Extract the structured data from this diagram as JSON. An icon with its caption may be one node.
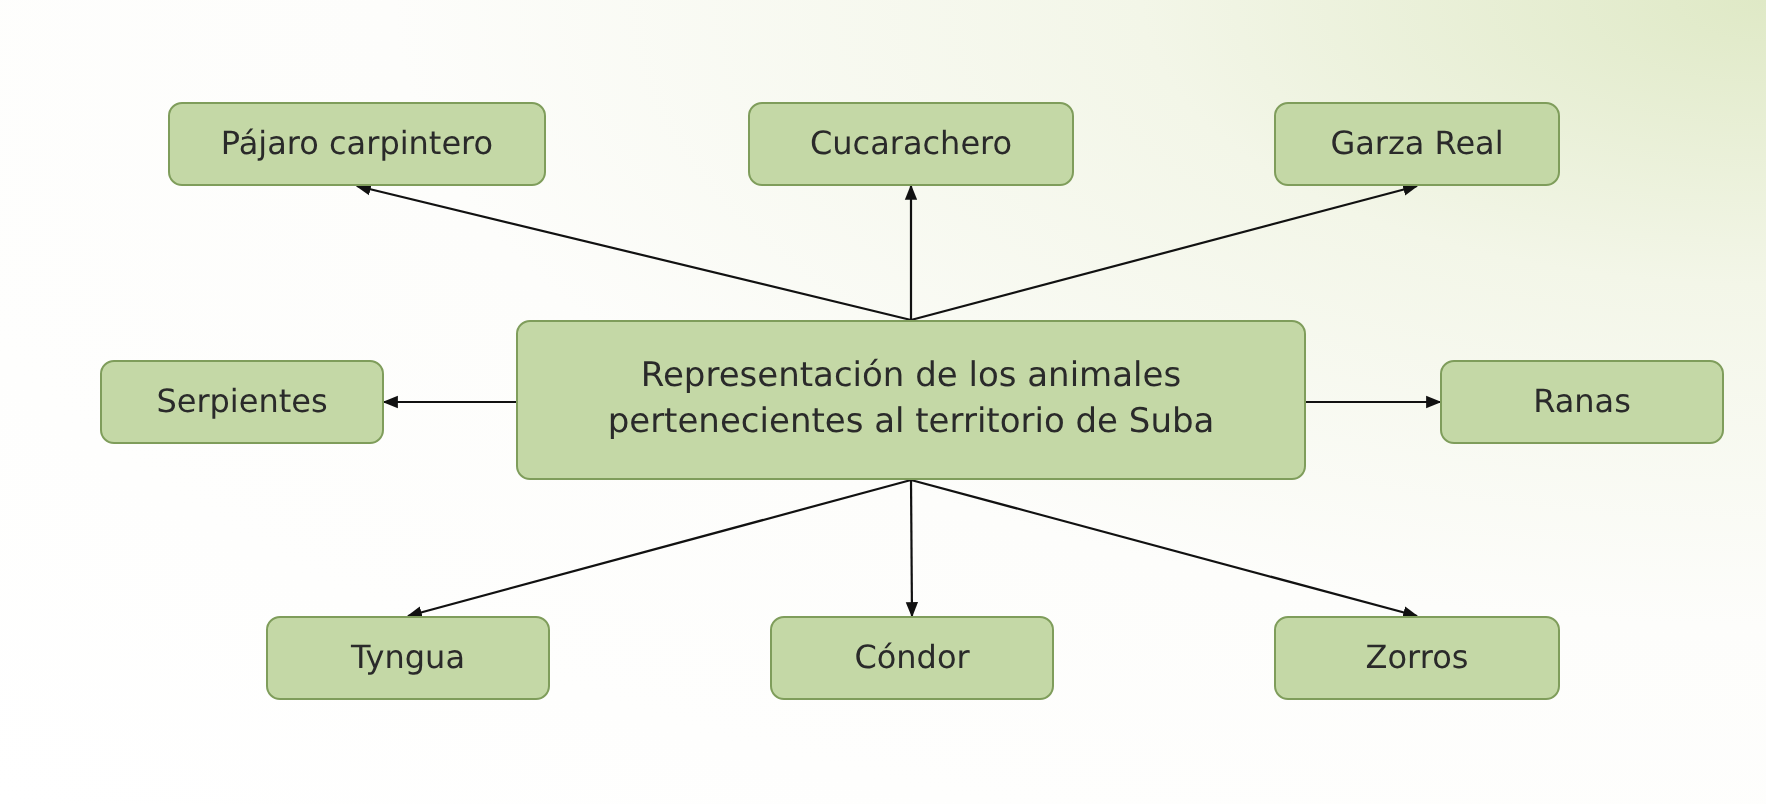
{
  "diagram": {
    "nodes": [
      {
        "text": [
          "Representación de los animales pertenecientes al territorio de Suba"
        ]
      },
      {
        "text": [
          "Pájaro carpintero"
        ]
      },
      {
        "text": [
          "Cucarachero"
        ]
      },
      {
        "text": [
          "Garza Real"
        ]
      },
      {
        "text": [
          "Serpientes"
        ]
      },
      {
        "text": [
          "Ranas"
        ]
      },
      {
        "text": [
          "Tyngua"
        ]
      },
      {
        "text": [
          "Cóndor"
        ]
      },
      {
        "text": [
          "Zorros"
        ]
      }
    ],
    "edges": [
      {
        "from": 0,
        "to": 1,
        "arrow": "to"
      },
      {
        "from": 0,
        "to": 2,
        "arrow": "to"
      },
      {
        "from": 0,
        "to": 3,
        "arrow": "to"
      },
      {
        "from": 0,
        "to": 4,
        "arrow": "to"
      },
      {
        "from": 0,
        "to": 5,
        "arrow": "to"
      },
      {
        "from": 0,
        "to": 6,
        "arrow": "to"
      },
      {
        "from": 0,
        "to": 7,
        "arrow": "to"
      },
      {
        "from": 0,
        "to": 8,
        "arrow": "to"
      }
    ]
  }
}
